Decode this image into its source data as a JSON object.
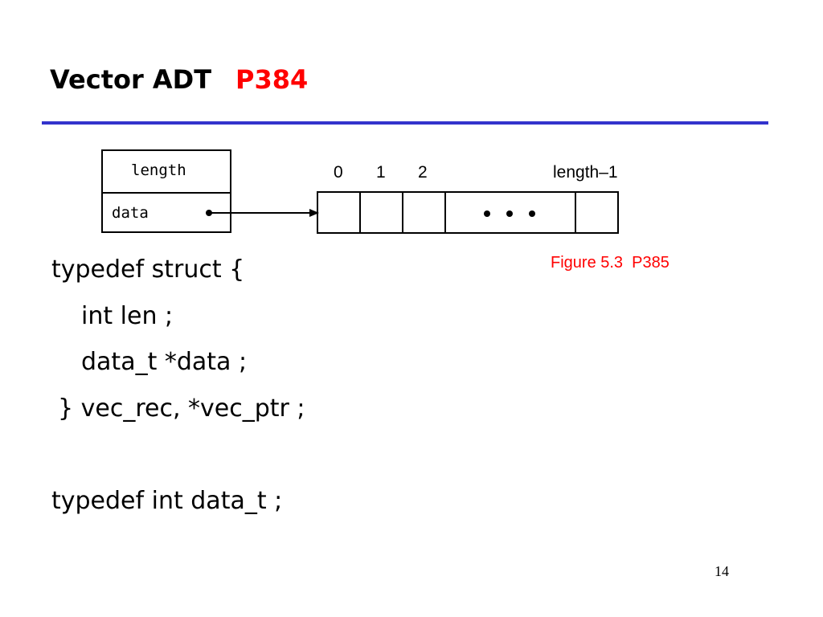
{
  "slide": {
    "title": "Vector ADT",
    "title_ref": "P384",
    "page_number": "14"
  },
  "diagram": {
    "struct_fields": [
      "length",
      "data"
    ],
    "array_indices": [
      "0",
      "1",
      "2",
      "length–1"
    ],
    "ellipsis": "• • •",
    "caption": "Figure 5.3  P385"
  },
  "code": {
    "lines": [
      "typedef struct {",
      "int len ;",
      "data_t *data ;",
      "} vec_rec, *vec_ptr ;",
      "typedef int data_t ;"
    ]
  },
  "colors": {
    "accent": "#ff0000",
    "rule": "#3333cc"
  }
}
